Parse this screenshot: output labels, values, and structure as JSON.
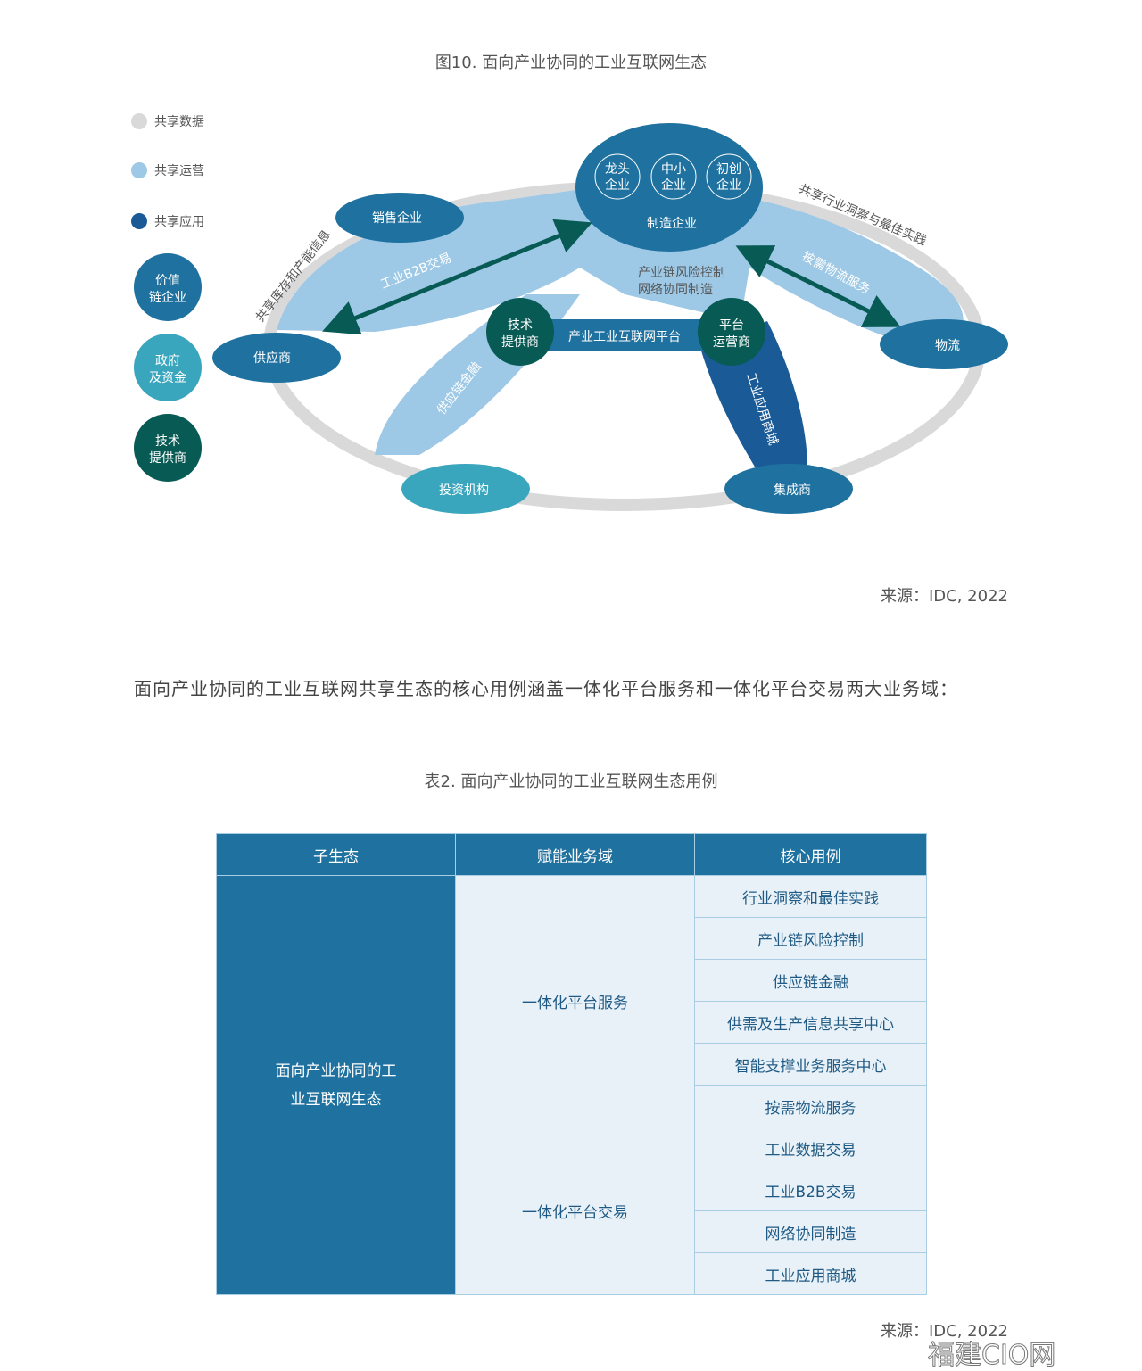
{
  "figure": {
    "caption": "图10. 面向产业协同的工业互联网生态",
    "legend": [
      "共享数据",
      "共享运营",
      "共享应用"
    ],
    "roles": [
      "价值\n链企业",
      "政府\n及资金",
      "技术\n提供商"
    ],
    "roles_lines": [
      [
        "价值",
        "链企业"
      ],
      [
        "政府",
        "及资金"
      ],
      [
        "技术",
        "提供商"
      ]
    ],
    "nodes": {
      "sales": "销售企业",
      "supplier": "供应商",
      "investor": "投资机构",
      "integrator": "集成商",
      "logistics": "物流",
      "manufacturer": "制造企业",
      "leader": [
        "龙头",
        "企业"
      ],
      "sme": [
        "中小",
        "企业"
      ],
      "startup": [
        "初创",
        "企业"
      ],
      "tech": [
        "技术",
        "提供商"
      ],
      "operator": [
        "平台",
        "运营商"
      ],
      "platform": "产业工业互联网平台"
    },
    "labels": {
      "b2b": "工业B2B交易",
      "inventory": "共享库存和产能信息",
      "insight": "共享行业洞察与最佳实践",
      "logistics_service": "按需物流服务",
      "risk": "产业链风险控制",
      "network": "网络协同制造",
      "finance": "供应链金融",
      "appstore": "工业应用商城"
    },
    "source": "来源：IDC, 2022",
    "colors": {
      "ring": "#d9d9d9",
      "light": "#9dc8e6",
      "blue": "#1f72a0",
      "navy": "#1a5a96",
      "teal": "#3aa6be",
      "dark_teal": "#085a55"
    }
  },
  "paragraph": "面向产业协同的工业互联网共享生态的核心用例涵盖一体化平台服务和一体化平台交易两大业务域：",
  "table": {
    "caption": "表2. 面向产业协同的工业互联网生态用例",
    "headers": [
      "子生态",
      "赋能业务域",
      "核心用例"
    ],
    "sub": [
      "面向产业协同的工",
      "业互联网生态"
    ],
    "domains": [
      "一体化平台服务",
      "一体化平台交易"
    ],
    "uses": [
      "行业洞察和最佳实践",
      "产业链风险控制",
      "供应链金融",
      "供需及生产信息共享中心",
      "智能支撑业务服务中心",
      "按需物流服务",
      "工业数据交易",
      "工业B2B交易",
      "网络协同制造",
      "工业应用商城"
    ],
    "source": "来源：IDC, 2022"
  },
  "watermark": "福建CIO网"
}
